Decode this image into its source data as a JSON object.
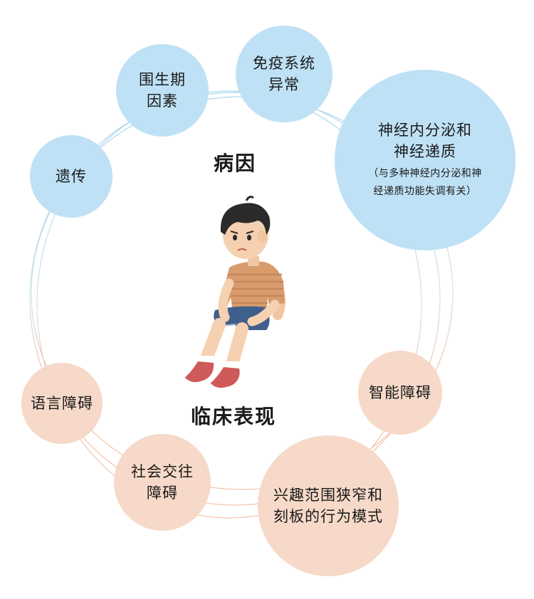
{
  "headings": {
    "causes": "病因",
    "clinical": "临床表现"
  },
  "causes": [
    {
      "id": "heredity",
      "label": "遗传",
      "note": ""
    },
    {
      "id": "perinatal",
      "label": "围生期\n因素",
      "note": ""
    },
    {
      "id": "immune",
      "label": "免疫系统\n异常",
      "note": ""
    },
    {
      "id": "neuro",
      "label": "神经内分泌和\n神经递质",
      "note": "（与多种神经内分泌和神\n经递质功能失调有关）"
    }
  ],
  "symptoms": [
    {
      "id": "intellectual",
      "label": "智能障碍"
    },
    {
      "id": "language",
      "label": "语言障碍"
    },
    {
      "id": "social",
      "label": "社会交往\n障碍"
    },
    {
      "id": "narrow-interest",
      "label": "兴趣范围狭窄和\n刻板的行为模式"
    }
  ],
  "colors": {
    "cause_bubble": "#bfe1f5",
    "symptom_bubble": "#f6d9c8",
    "ring_blue": "#aad6ef",
    "ring_peach": "#f3c3a9"
  },
  "illustration": "sad-boy-sitting"
}
